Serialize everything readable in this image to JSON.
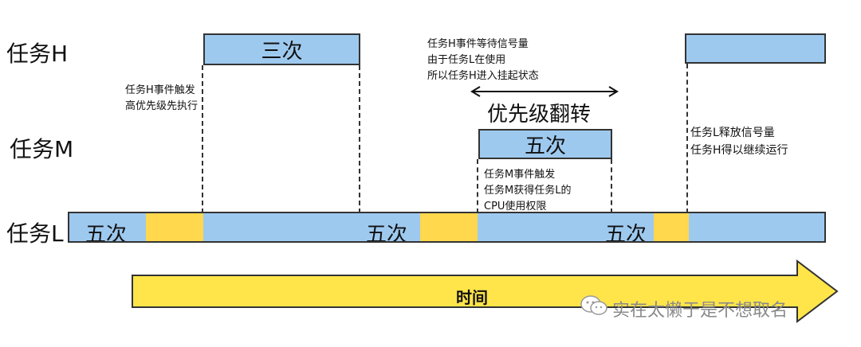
{
  "lanes": {
    "h": "任务H",
    "m": "任务M",
    "l": "任务L"
  },
  "blocks": {
    "h1": "三次",
    "m1": "五次",
    "l1": "五次",
    "l2": "五次",
    "l3": "五次"
  },
  "notes": {
    "h_trigger": [
      "任务H事件触发",
      "高优先级先执行"
    ],
    "h_wait": [
      "任务H事件等待信号量",
      "由于任务L在使用",
      "所以任务H进入挂起状态"
    ],
    "inversion": "优先级翻转",
    "m_trigger": [
      "任务M事件触发",
      "任务M获得任务L的",
      "CPU使用权限"
    ],
    "l_release": [
      "任务L释放信号量",
      "任务H得以继续运行"
    ]
  },
  "time_label": "时间",
  "watermark": "实在太懒于是不想取名",
  "colors": {
    "blue": "#9ec9ef",
    "yellow": "#ffd84d",
    "arrow": "#ffe54a"
  }
}
